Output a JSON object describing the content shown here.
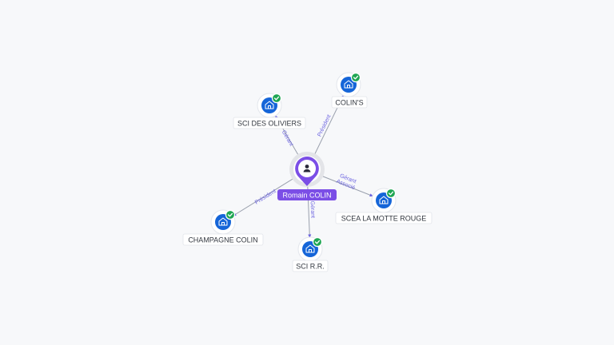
{
  "person": {
    "name": "Romain COLIN",
    "icon": "user-icon"
  },
  "companies": [
    {
      "id": "colins",
      "label": "COLIN'S",
      "icon": "building-icon",
      "verified": true
    },
    {
      "id": "sci-des-oliviers",
      "label": "SCI DES OLIVIERS",
      "icon": "building-icon",
      "verified": true
    },
    {
      "id": "scea-la-motte-rouge",
      "label": "SCEA LA MOTTE ROUGE",
      "icon": "building-icon",
      "verified": true
    },
    {
      "id": "champagne-colin",
      "label": "CHAMPAGNE COLIN",
      "icon": "building-icon",
      "verified": true
    },
    {
      "id": "sci-rr",
      "label": "SCI R.R.",
      "icon": "building-icon",
      "verified": true
    }
  ],
  "relations": [
    {
      "target": "colins",
      "roles": [
        "Président"
      ]
    },
    {
      "target": "sci-des-oliviers",
      "roles": [
        "Gérant"
      ]
    },
    {
      "target": "scea-la-motte-rouge",
      "roles": [
        "Gérant",
        "Associé"
      ]
    },
    {
      "target": "champagne-colin",
      "roles": [
        "Président"
      ]
    },
    {
      "target": "sci-rr",
      "roles": [
        "Gérant"
      ]
    }
  ],
  "colors": {
    "person_accent": "#7b4ee6",
    "company_blue": "#1565d8",
    "verified_green": "#1fa653",
    "edge_label": "#6b63e0",
    "background": "#f7f8fa"
  }
}
